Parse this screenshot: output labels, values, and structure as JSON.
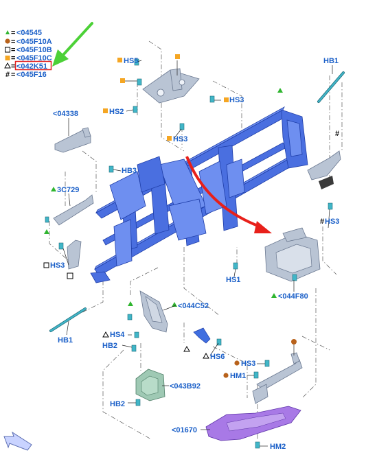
{
  "legend": [
    {
      "symbol": "triangle-filled-green",
      "eq": "=",
      "code": "<04545"
    },
    {
      "symbol": "circle-filled-brown",
      "eq": "=",
      "code": "<045F10A"
    },
    {
      "symbol": "square-open",
      "eq": "=",
      "code": "<045F10B"
    },
    {
      "symbol": "square-filled-orange",
      "eq": "=",
      "code": "<045F10C"
    },
    {
      "symbol": "triangle-open",
      "eq": "=",
      "code": "<042K51"
    },
    {
      "symbol": "hash",
      "eq": "=",
      "code": "<045F16"
    }
  ],
  "hash_glyph": "#",
  "callouts": {
    "hs5": "HS5",
    "hs3_top": "HS3",
    "hs2_top": "HS2",
    "hs3_mid": "HS3",
    "hb1_top": "HB1",
    "c04338": "<04338",
    "hb3": "HB3",
    "c3c729": "3C729",
    "hs3_right": "HS3",
    "hs3_left": "HS3",
    "hs1": "HS1",
    "c044f80": "<044F80",
    "c044c52": "<044C52",
    "hb1_bottom": "HB1",
    "hs4": "HS4",
    "hb2_mid": "HB2",
    "hs6": "HS6",
    "hs3_low": "HS3",
    "hm1": "HM1",
    "c043b92": "<043B92",
    "hb2_low": "HB2",
    "c01670": "<01670",
    "hm2": "HM2"
  },
  "colors": {
    "label": "#1a5fc8",
    "green_triangle": "#2fb52f",
    "brown_circle": "#b8621b",
    "orange_square": "#f5a623",
    "arrow_green": "#4cd137",
    "arrow_red": "#e8201a",
    "highlight_box": "#e02020",
    "frame_blue": "#4a6fe0",
    "bracket_grey": "#b9c4d4",
    "shield_purple": "#a879e6",
    "plate_green": "#9fc9b4"
  },
  "icons": {
    "view_arrow": "view-direction-arrow-icon"
  }
}
